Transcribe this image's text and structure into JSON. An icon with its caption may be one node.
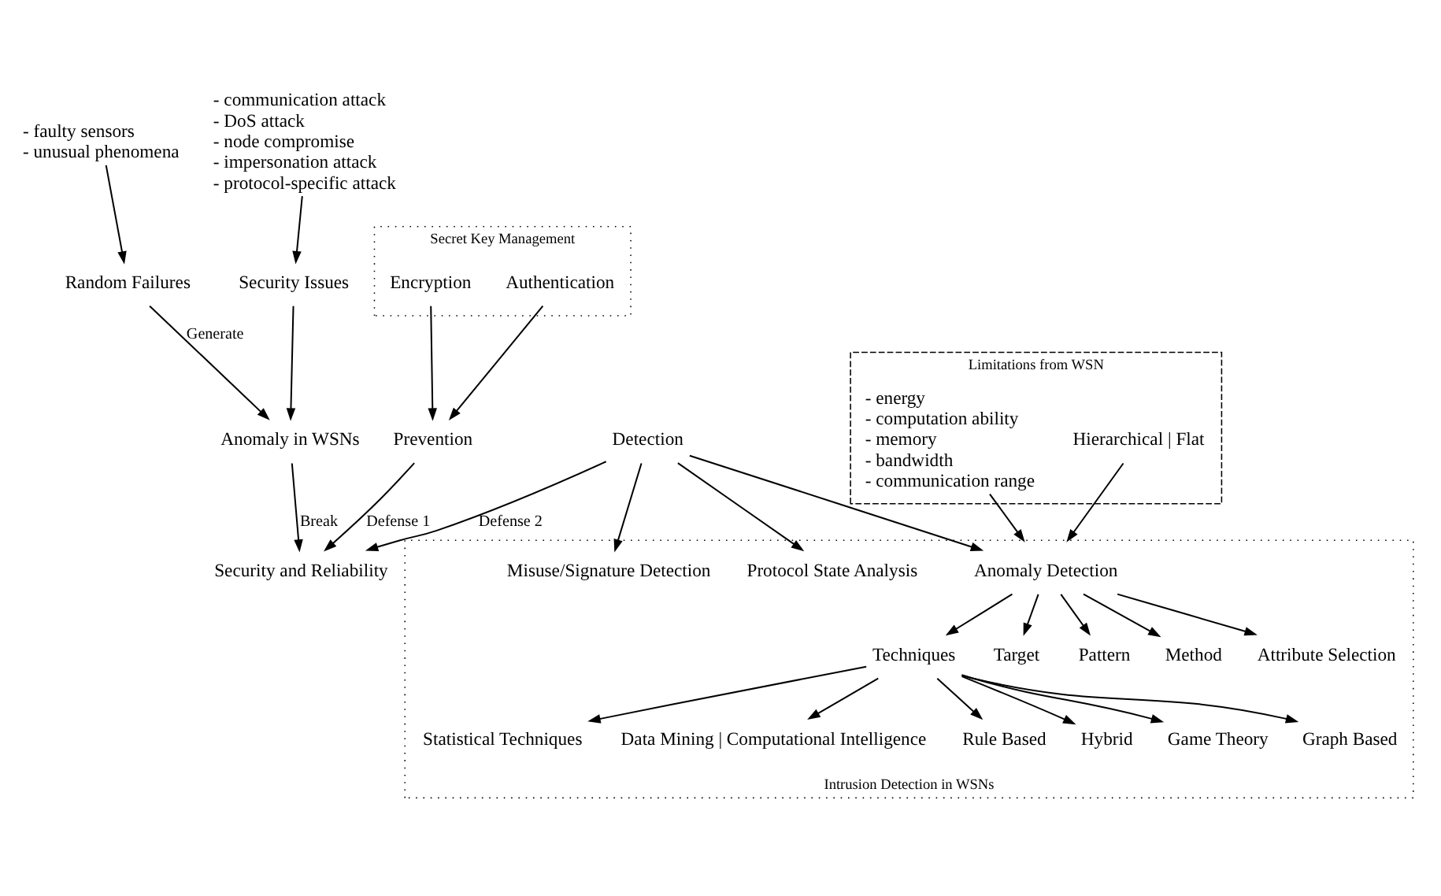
{
  "diagram": {
    "nodes": [
      {
        "text": [
          "- faulty sensors",
          "- unusual phenomena"
        ]
      },
      {
        "text": [
          "Random Failures"
        ]
      },
      {
        "text": [
          "Security Issues"
        ]
      },
      {
        "text": [
          "- communication attack",
          "- DoS attack",
          "- node compromise",
          "- impersonation attack",
          "- protocol-specific attack"
        ]
      },
      {
        "text": [
          "Anomaly in WSNs"
        ]
      },
      {
        "text": [
          "Security and Reliability"
        ]
      },
      {
        "text": [
          "Secret Key Management"
        ]
      },
      {
        "text": [
          "Encryption"
        ],
        "in": 6
      },
      {
        "text": [
          "Authentication"
        ],
        "in": 6
      },
      {
        "text": [
          "Prevention"
        ]
      },
      {
        "text": [
          "Detection"
        ]
      },
      {
        "text": [
          "Limitations from WSN"
        ]
      },
      {
        "text": [
          "- energy",
          "- computation ability",
          "- memory",
          "- bandwidth",
          "- communication range"
        ],
        "in": 11
      },
      {
        "text": [
          "Hierarchical | Flat"
        ],
        "in": 11
      },
      {
        "text": [
          "Intrusion Detection in WSNs"
        ]
      },
      {
        "text": [
          "Anomaly Detection"
        ],
        "in": 14
      },
      {
        "text": [
          "Misuse/Signature Detection"
        ],
        "in": 14
      },
      {
        "text": [
          "Protocol State Analysis"
        ],
        "in": 14
      },
      {
        "text": [
          "Techniques"
        ],
        "in": 14
      },
      {
        "text": [
          "Target"
        ],
        "in": 14
      },
      {
        "text": [
          "Pattern"
        ],
        "in": 14
      },
      {
        "text": [
          "Method"
        ],
        "in": 14
      },
      {
        "text": [
          "Attribute Selection"
        ],
        "in": 14
      },
      {
        "text": [
          "Statistical Techniques"
        ],
        "in": 14
      },
      {
        "text": [
          "Data Mining | Computational Intelligence"
        ],
        "in": 14
      },
      {
        "text": [
          "Rule Based"
        ],
        "in": 14
      },
      {
        "text": [
          "Hybrid"
        ],
        "in": 14
      },
      {
        "text": [
          "Game Theory"
        ],
        "in": 14
      },
      {
        "text": [
          "Graph Based"
        ],
        "in": 14
      }
    ],
    "edges": [
      {
        "from": 0,
        "to": 1,
        "arrow": "to"
      },
      {
        "from": 3,
        "to": 2,
        "arrow": "to"
      },
      {
        "from": 1,
        "to": 4,
        "arrow": "to",
        "label": "Generate"
      },
      {
        "from": 2,
        "to": 4,
        "arrow": "to"
      },
      {
        "from": 4,
        "to": 5,
        "arrow": "to",
        "label": "Break"
      },
      {
        "from": 7,
        "to": 9,
        "arrow": "to"
      },
      {
        "from": 8,
        "to": 9,
        "arrow": "to"
      },
      {
        "from": 9,
        "to": 5,
        "arrow": "to",
        "label": "Defense 1"
      },
      {
        "from": 10,
        "to": 5,
        "arrow": "to",
        "label": "Defense 2"
      },
      {
        "from": 10,
        "to": 15,
        "arrow": "to"
      },
      {
        "from": 10,
        "to": 16,
        "arrow": "to"
      },
      {
        "from": 10,
        "to": 17,
        "arrow": "to"
      },
      {
        "from": 12,
        "to": 14,
        "arrow": "to"
      },
      {
        "from": 13,
        "to": 14,
        "arrow": "to"
      },
      {
        "from": 15,
        "to": 18,
        "arrow": "to"
      },
      {
        "from": 15,
        "to": 19,
        "arrow": "to"
      },
      {
        "from": 15,
        "to": 20,
        "arrow": "to"
      },
      {
        "from": 15,
        "to": 21,
        "arrow": "to"
      },
      {
        "from": 15,
        "to": 22,
        "arrow": "to"
      },
      {
        "from": 18,
        "to": 23,
        "arrow": "to"
      },
      {
        "from": 18,
        "to": 24,
        "arrow": "to"
      },
      {
        "from": 18,
        "to": 25,
        "arrow": "to"
      },
      {
        "from": 18,
        "to": 26,
        "arrow": "to"
      },
      {
        "from": 18,
        "to": 27,
        "arrow": "to"
      },
      {
        "from": 18,
        "to": 28,
        "arrow": "to"
      }
    ]
  }
}
